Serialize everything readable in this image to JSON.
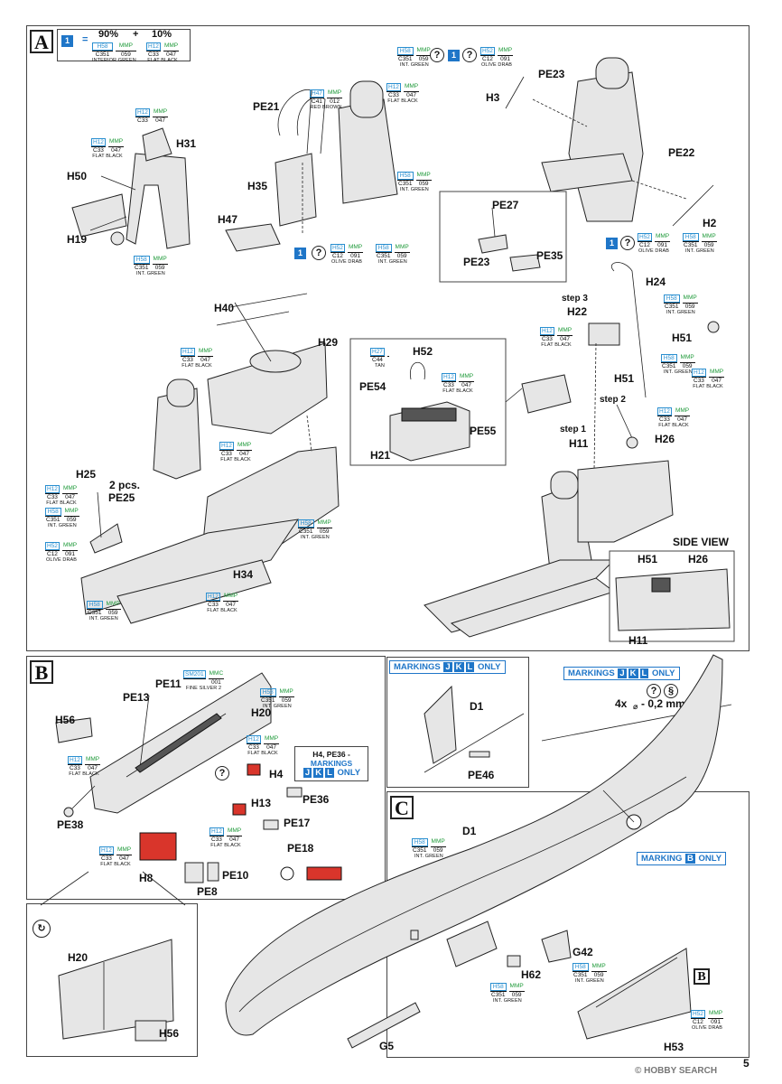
{
  "page_number": "5",
  "watermark": "© HOBBY SEARCH",
  "section_A": {
    "letter": "A",
    "ratio": {
      "num": "1",
      "eq": "=",
      "a": "90%",
      "plus": "+",
      "b": "10%"
    },
    "ratio_codes": [
      {
        "h": "H58",
        "m": "MMP",
        "c": "C351",
        "cm": "059",
        "name": "INTERIOR GREEN"
      },
      {
        "h": "H12",
        "m": "MMP",
        "c": "C33",
        "cm": "047",
        "name": "FLAT BLACK"
      }
    ],
    "parts": [
      "H31",
      "H50",
      "H19",
      "PE21",
      "H35",
      "H47",
      "H3",
      "PE23",
      "PE22",
      "H2",
      "PE27",
      "PE23",
      "PE35",
      "H40",
      "H29",
      "H25",
      "2 pcs.",
      "PE25",
      "H34",
      "H52",
      "PE54",
      "PE55",
      "H21",
      "H24",
      "step 3",
      "H22",
      "H51",
      "H51",
      "step 2",
      "step 1",
      "H11",
      "H26",
      "SIDE VIEW",
      "H51",
      "H26",
      "H11"
    ],
    "paints": {
      "h31": {
        "h": "H12",
        "m": "MMP",
        "c": "C33",
        "cm": "047"
      },
      "h31b": {
        "h": "H12",
        "m": "MMP",
        "c": "C33",
        "cm": "047",
        "name": "FLAT BLACK"
      },
      "h19": {
        "h": "H58",
        "m": "MMP",
        "c": "C351",
        "cm": "059",
        "name": "INT. GREEN"
      },
      "pe21_red": {
        "h": "H47",
        "m": "MMP",
        "c": "C41",
        "cm": "012",
        "name": "RED BROWN"
      },
      "pe21_blk": {
        "h": "H12",
        "m": "MMP",
        "c": "C33",
        "cm": "047",
        "name": "FLAT BLACK"
      },
      "pe21_grn": {
        "h": "H58",
        "m": "MMP",
        "c": "C351",
        "cm": "059",
        "name": "INT. GREEN"
      },
      "h47_od": {
        "h": "H52",
        "m": "MMP",
        "c": "C12",
        "cm": "091",
        "name": "OLIVE DRAB"
      },
      "h47_grn": {
        "h": "H58",
        "m": "MMP",
        "c": "C351",
        "cm": "059",
        "name": "INT. GREEN"
      },
      "h3_grn": {
        "h": "H58",
        "m": "MMP",
        "c": "C351",
        "cm": "059",
        "name": "INT. GREEN"
      },
      "h3_od": {
        "h": "H52",
        "m": "MMP",
        "c": "C12",
        "cm": "091",
        "name": "OLIVE DRAB"
      },
      "h2_od": {
        "h": "H52",
        "m": "MMP",
        "c": "C12",
        "cm": "091",
        "name": "OLIVE DRAB"
      },
      "h2_grn": {
        "h": "H58",
        "m": "MMP",
        "c": "C351",
        "cm": "059",
        "name": "INT. GREEN"
      },
      "h40_blk": {
        "h": "H12",
        "m": "MMP",
        "c": "C33",
        "cm": "047",
        "name": "FLAT BLACK"
      },
      "h29_blk": {
        "h": "H12",
        "m": "MMP",
        "c": "C33",
        "cm": "047",
        "name": "FLAT BLACK"
      },
      "h34_grn": {
        "h": "H58",
        "m": "MMP",
        "c": "C351",
        "cm": "059",
        "name": "INT. GREEN"
      },
      "h25_blk": {
        "h": "H12",
        "m": "MMP",
        "c": "C33",
        "cm": "047",
        "name": "FLAT BLACK"
      },
      "h25_grn": {
        "h": "H58",
        "m": "MMP",
        "c": "C351",
        "cm": "059",
        "name": "INT. GREEN"
      },
      "h25_od": {
        "h": "H52",
        "m": "MMP",
        "c": "C12",
        "cm": "091",
        "name": "OLIVE DRAB"
      },
      "h34_grn2": {
        "h": "H58",
        "m": "MMP",
        "c": "C351",
        "cm": "059",
        "name": "INT. GREEN"
      },
      "h34_blk": {
        "h": "H12",
        "m": "MMP",
        "c": "C33",
        "cm": "047",
        "name": "FLAT BLACK"
      },
      "h52_tan": {
        "h": "H27",
        "m": "",
        "c": "C44",
        "cm": "",
        "name": "TAN"
      },
      "h52_blk": {
        "h": "H12",
        "m": "MMP",
        "c": "C33",
        "cm": "047",
        "name": "FLAT BLACK"
      },
      "h24_grn": {
        "h": "H58",
        "m": "MMP",
        "c": "C351",
        "cm": "059",
        "name": "INT. GREEN"
      },
      "h22_blk": {
        "h": "H12",
        "m": "MMP",
        "c": "C33",
        "cm": "047",
        "name": "FLAT BLACK"
      },
      "h51_grn": {
        "h": "H58",
        "m": "MMP",
        "c": "C351",
        "cm": "059",
        "name": "INT. GREEN"
      },
      "h51_blk": {
        "h": "H12",
        "m": "MMP",
        "c": "C33",
        "cm": "047",
        "name": "FLAT BLACK"
      },
      "h26_blk": {
        "h": "H12",
        "m": "MMP",
        "c": "C33",
        "cm": "047",
        "name": "FLAT BLACK"
      }
    }
  },
  "section_B": {
    "letter": "B",
    "parts": [
      "PE11",
      "PE13",
      "H56",
      "H20",
      "H4",
      "PE36",
      "H13",
      "PE17",
      "PE18",
      "PE38",
      "H8",
      "PE10",
      "PE8",
      "H20",
      "H56"
    ],
    "note": {
      "line1": "H4, PE36 -",
      "line2": "MARKINGS",
      "letters": [
        "J",
        "K",
        "L"
      ],
      "only": "ONLY"
    },
    "paints": {
      "pe11": {
        "h": "SM201",
        "m": "MMC",
        "c": "",
        "cm": "001",
        "name": "FINE SILVER 2"
      },
      "h20": {
        "h": "H58",
        "m": "MMP",
        "c": "C351",
        "cm": "059",
        "name": "INT. GREEN"
      },
      "h20_blk": {
        "h": "H12",
        "m": "MMP",
        "c": "C33",
        "cm": "047",
        "name": "FLAT BLACK"
      },
      "h56_blk": {
        "h": "H12",
        "m": "MMP",
        "c": "C33",
        "cm": "047",
        "name": "FLAT BLACK"
      },
      "h13_blk": {
        "h": "H12",
        "m": "MMP",
        "c": "C33",
        "cm": "047",
        "name": "FLAT BLACK"
      },
      "h8_blk": {
        "h": "H12",
        "m": "MMP",
        "c": "C33",
        "cm": "047",
        "name": "FLAT BLACK"
      }
    }
  },
  "markings_box": {
    "prefix": "MARKINGS",
    "letters": [
      "J",
      "K",
      "L"
    ],
    "only": "ONLY",
    "parts": [
      "D1",
      "PE46"
    ]
  },
  "markings_box_right": {
    "prefix": "MARKINGS",
    "letters": [
      "J",
      "K",
      "L"
    ],
    "only": "ONLY",
    "drill": "4x",
    "drill_size": "- 0,2 mm"
  },
  "section_C": {
    "letter": "C",
    "parts": [
      "D1",
      "G42",
      "H62",
      "G5",
      "H53",
      "B"
    ],
    "marking_b": {
      "prefix": "MARKING",
      "letter": "B",
      "only": "ONLY"
    },
    "paints": {
      "d1": {
        "h": "H58",
        "m": "MMP",
        "c": "C351",
        "cm": "059",
        "name": "INT. GREEN"
      },
      "g42": {
        "h": "H58",
        "m": "MMP",
        "c": "C351",
        "cm": "059",
        "name": "INT. GREEN"
      },
      "h62": {
        "h": "H58",
        "m": "MMP",
        "c": "C351",
        "cm": "059",
        "name": "INT. GREEN"
      },
      "h53": {
        "h": "H52",
        "m": "MMP",
        "c": "C12",
        "cm": "091",
        "name": "OLIVE DRAB"
      }
    }
  }
}
